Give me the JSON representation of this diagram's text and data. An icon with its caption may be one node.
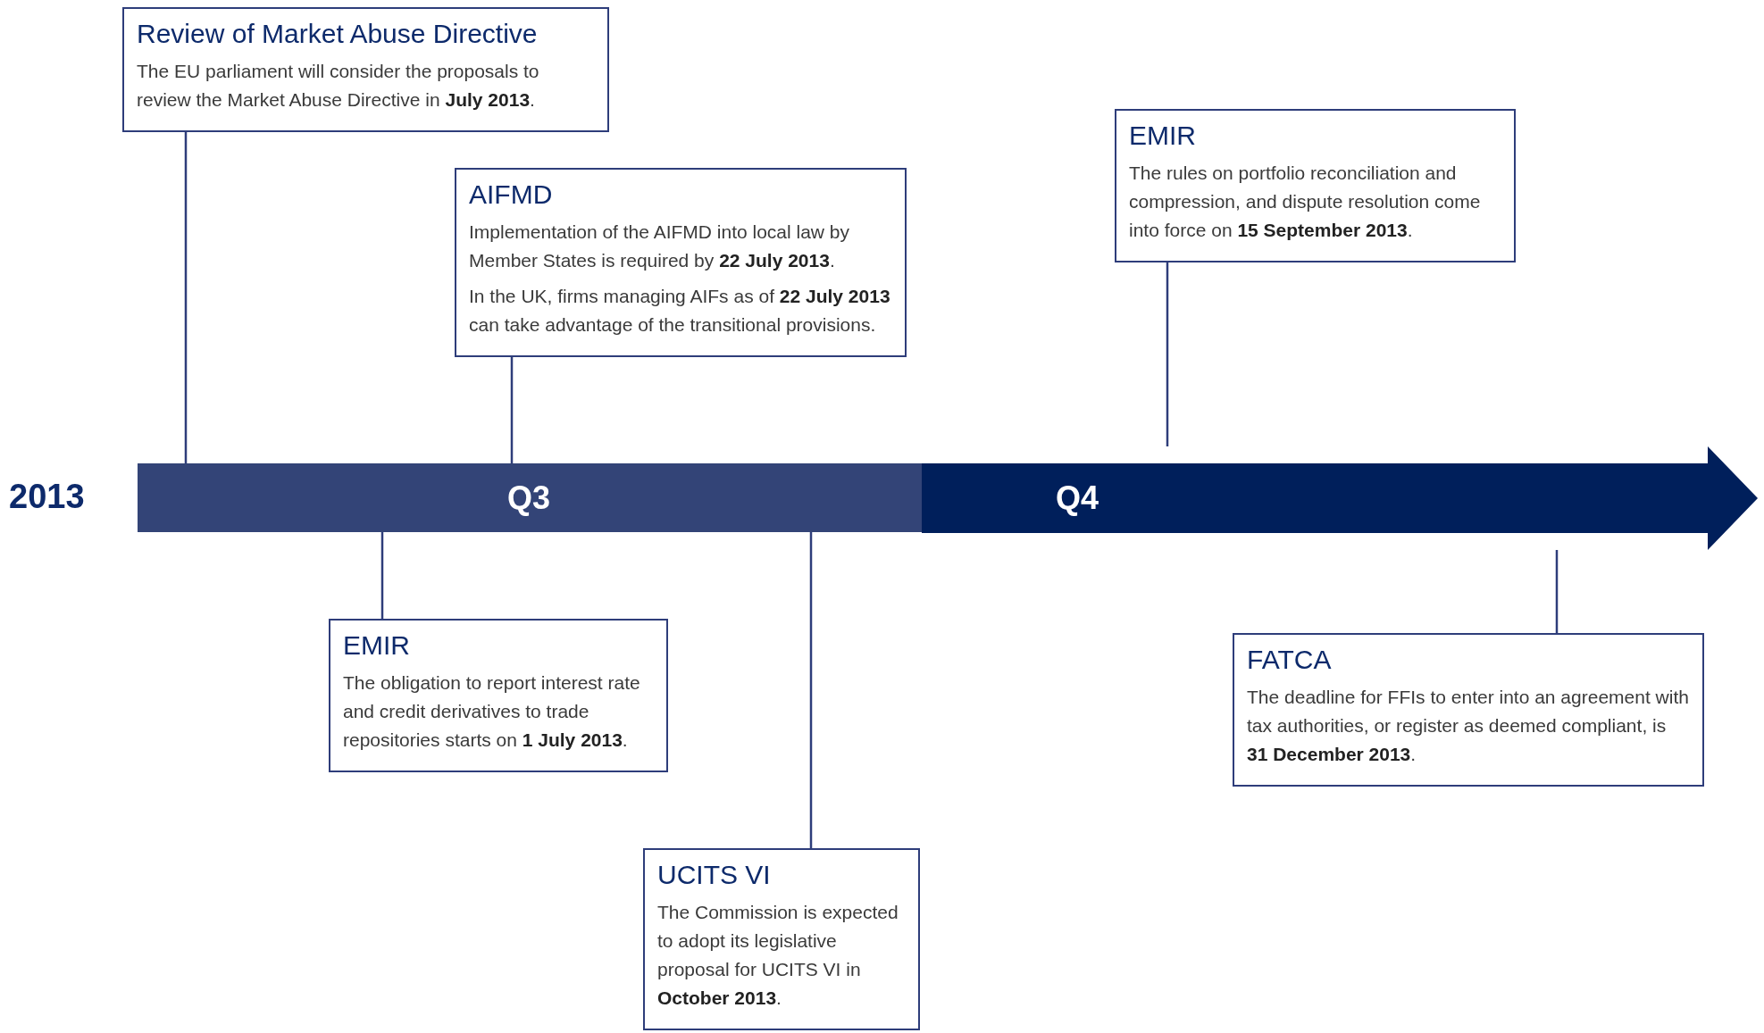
{
  "diagram": {
    "nodes": [
      {
        "text": [
          "Review of Market Abuse Directive",
          "The EU parliament will consider the proposals to review the Market Abuse Directive in **July 2013**."
        ]
      },
      {
        "text": [
          "AIFMD",
          "Implementation of the AIFMD into local law by Member States is required by **22 July 2013**.",
          "In the UK, firms managing AIFs as of **22 July 2013** can take advantage of the transitional provisions."
        ]
      },
      {
        "text": [
          "EMIR",
          "The rules on portfolio reconciliation and compression, and dispute resolution come into force on **15 September 2013**."
        ]
      },
      {
        "text": [
          "Q3"
        ]
      },
      {
        "text": [
          "Q4"
        ]
      },
      {
        "text": [
          "EMIR",
          "The obligation to report interest rate and credit derivatives to trade repositories starts on **1 July 2013**."
        ]
      },
      {
        "text": [
          "FATCA",
          "The deadline for FFIs to enter into an agreement with tax authorities, or register as deemed compliant, is **31 December 2013**."
        ]
      },
      {
        "text": [
          "UCITS VI",
          "The Commission is expected to adopt its legislative proposal for UCITS VI in **October 2013**."
        ]
      }
    ],
    "edges": [
      {
        "from": 0,
        "to": 3,
        "arrow": "none"
      },
      {
        "from": 1,
        "to": 3,
        "arrow": "none"
      },
      {
        "from": 2,
        "to": 4,
        "arrow": "none"
      },
      {
        "from": 5,
        "to": 3,
        "arrow": "none"
      },
      {
        "from": 6,
        "to": 4,
        "arrow": "none"
      },
      {
        "from": 7,
        "to": 3,
        "arrow": "none"
      }
    ],
    "labels": [
      "2013"
    ]
  }
}
